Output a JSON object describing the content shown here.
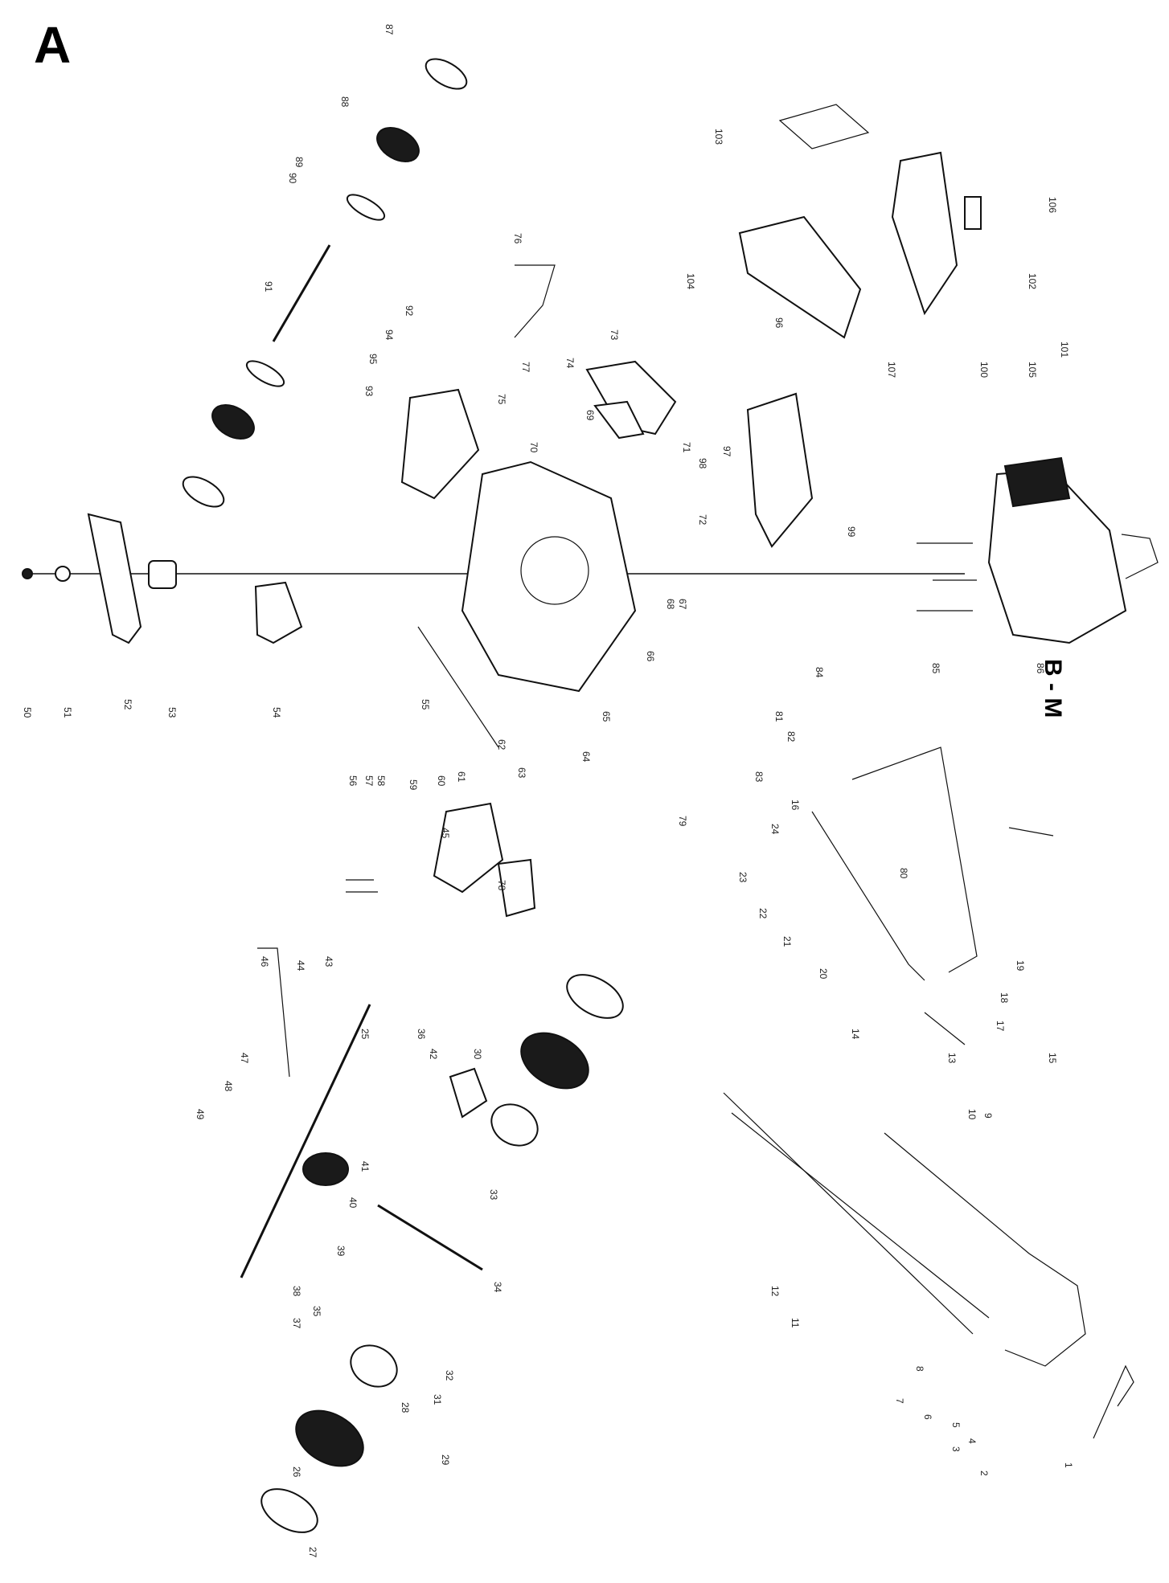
{
  "panel_letter": "A",
  "model_label": "B - M",
  "callouts": [
    "1",
    "2",
    "3",
    "4",
    "5",
    "6",
    "7",
    "8",
    "9",
    "10",
    "11",
    "12",
    "13",
    "14",
    "15",
    "16",
    "17",
    "18",
    "19",
    "20",
    "21",
    "22",
    "23",
    "24",
    "25",
    "26",
    "27",
    "28",
    "29",
    "30",
    "31",
    "32",
    "33",
    "34",
    "35",
    "36",
    "37",
    "38",
    "39",
    "40",
    "41",
    "42",
    "43",
    "44",
    "45",
    "46",
    "47",
    "48",
    "49",
    "50",
    "51",
    "52",
    "53",
    "54",
    "55",
    "56",
    "57",
    "58",
    "59",
    "60",
    "61",
    "62",
    "63",
    "64",
    "65",
    "66",
    "67",
    "68",
    "69",
    "70",
    "71",
    "72",
    "73",
    "74",
    "75",
    "76",
    "77",
    "78",
    "79",
    "80",
    "81",
    "82",
    "83",
    "84",
    "85",
    "86",
    "87",
    "88",
    "89",
    "90",
    "91",
    "92",
    "93",
    "94",
    "95",
    "96",
    "97",
    "98",
    "99",
    "100",
    "101",
    "102",
    "103",
    "104",
    "105",
    "106",
    "107"
  ]
}
